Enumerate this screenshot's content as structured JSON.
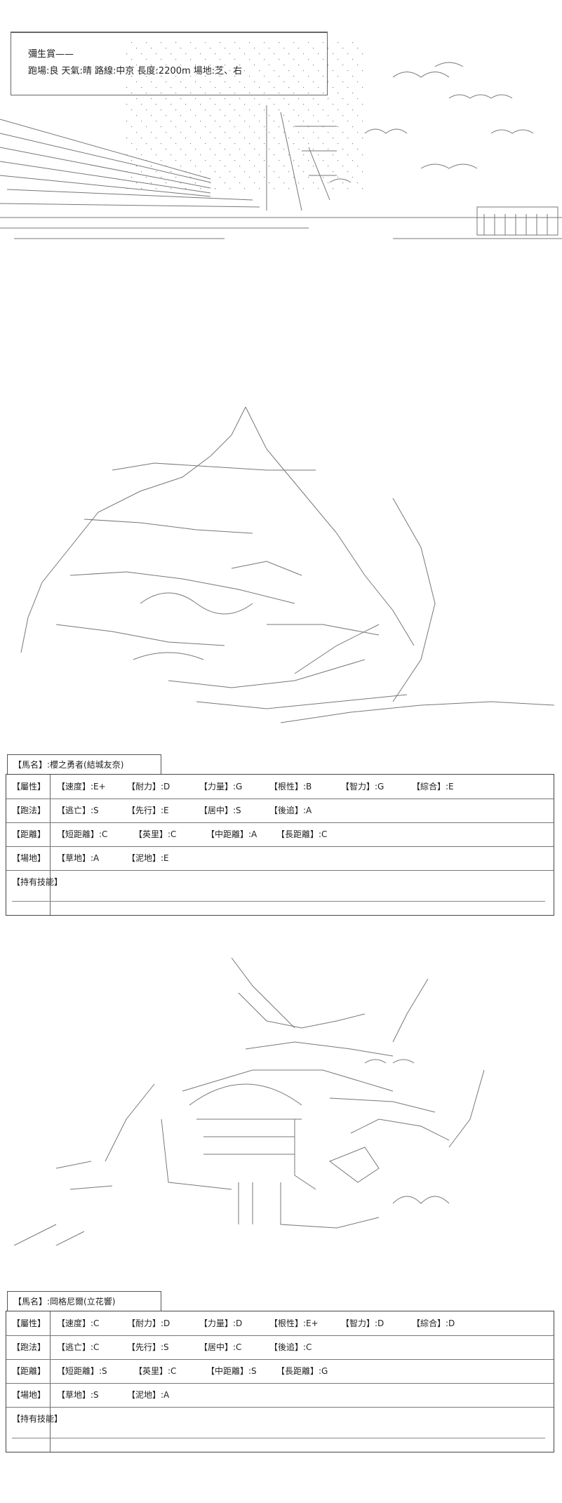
{
  "race": {
    "title": "彌生賞——",
    "conditions": "跑場:良 天氣:晴 路線:中京 長度:2200m 場地:芝、右"
  },
  "horses": [
    {
      "name_label": "【馬名】:櫻之勇者(結城友奈)",
      "rows": [
        [
          "【屬性】",
          "【速度】:E+",
          "【耐力】:D",
          "【力量】:G",
          "【根性】:B",
          "【智力】:G",
          "【綜合】:E"
        ],
        [
          "【跑法】",
          "【逃亡】:S",
          "【先行】:E",
          "【居中】:S",
          "【後追】:A"
        ],
        [
          "【距離】",
          "【短距離】:C",
          "【英里】:C",
          "【中距離】:A",
          "【長距離】:C"
        ],
        [
          "【場地】",
          "【草地】:A",
          "【泥地】:E"
        ],
        [
          "【持有技能】"
        ]
      ]
    },
    {
      "name_label": "【馬名】:岡格尼爾(立花響)",
      "rows": [
        [
          "【屬性】",
          "【速度】:C",
          "【耐力】:D",
          "【力量】:D",
          "【根性】:E+",
          "【智力】:D",
          "【綜合】:D"
        ],
        [
          "【跑法】",
          "【逃亡】:C",
          "【先行】:S",
          "【居中】:C",
          "【後追】:C"
        ],
        [
          "【距離】",
          "【短距離】:S",
          "【英里】:C",
          "【中距離】:S",
          "【長距離】:G"
        ],
        [
          "【場地】",
          "【草地】:S",
          "【泥地】:A"
        ],
        [
          "【持有技能】"
        ]
      ]
    }
  ],
  "colors": {
    "line": "#444444",
    "art": "#7a7a7a",
    "text": "#222222"
  }
}
